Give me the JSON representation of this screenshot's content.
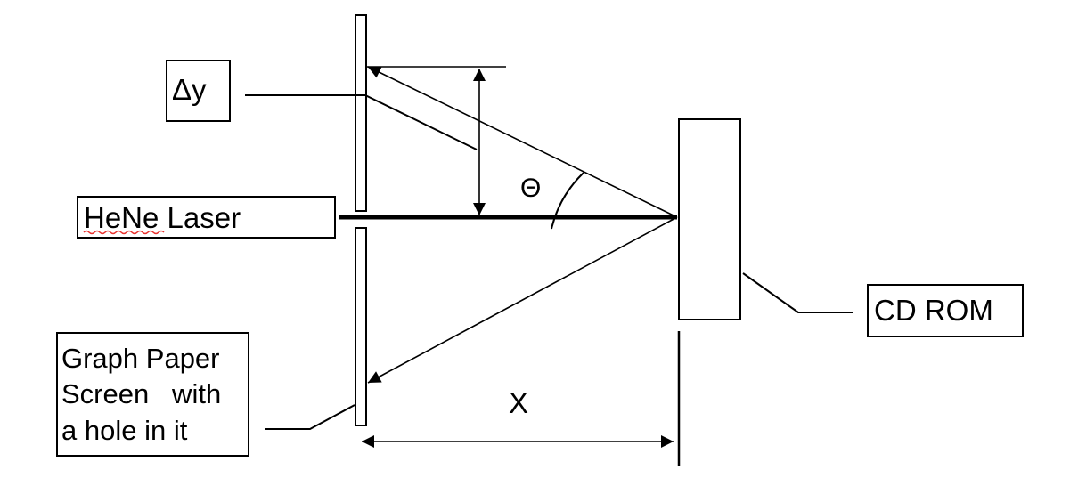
{
  "labels": {
    "delta_y": "Δy",
    "laser": "HeNe Laser",
    "angle": "Θ",
    "cd": "CD ROM",
    "distance": "X",
    "screen_lines": [
      "Graph Paper",
      "Screen   with",
      "a hole in it"
    ]
  },
  "colors": {
    "stroke": "#000000",
    "background": "#ffffff",
    "spellcheck": "#e8322e"
  }
}
